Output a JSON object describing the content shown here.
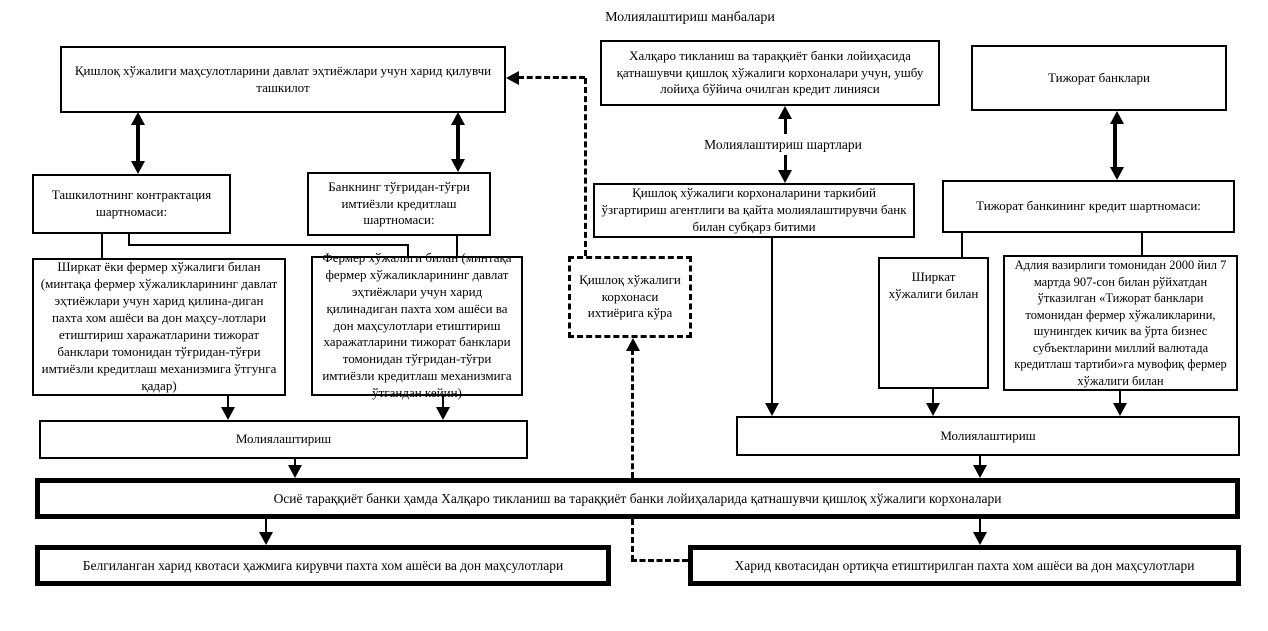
{
  "title": "Молиялаштириш манбалари",
  "financing_terms_label": "Молиялаштириш шартлари",
  "boxes": {
    "procuring_org": "Қишлоқ хўжалиги маҳсулотларини давлат эҳтиёжлари учун харид қилувчи ташкилот",
    "ibrd_credit_line": "Халқаро тикланиш ва тараққиёт банки лойиҳасида қатнашувчи қишлоқ хўжалиги корхоналари учун, ушбу лойиҳа бўйича очилган кредит линияси",
    "commercial_banks": "Тижорат банклари",
    "org_contract": "Ташкилотнинг контрактация шартномаси:",
    "bank_direct_credit_contract": "Банкнинг тўғридан-тўғри имтиёзли кредитлаш шартномаси:",
    "subloan_agreement": "Қишлоқ хўжалиги корхоналарини таркибий ўзгартириш агентлиги ва қайта молиялаштирувчи банк билан субқарз битими",
    "commercial_bank_credit_contract": "Тижорат банкининг кредит шартномаси:",
    "with_shirkat_or_farmer": "Ширкат ёки фермер хўжалиги билан (минтақа фермер хўжаликларининг давлат эҳтиёжлари учун харид қилина-диган пахта хом ашёси ва дон маҳсу-лотлари етиштириш харажатларини тижорат банклари томонидан тўғридан-тўғри имтиёзли кредитлаш механизмига ўтгунга қадар)",
    "with_farmer": "Фермер хўжалиги билан (минтақа фермер хўжаликларининг давлат эҳтиёжлари учун харид қилинадиган пахта хом ашёси ва дон маҳсулотлари етиштириш харажатларини тижорат банклари томонидан тўғридан-тўғри имтиёзли кредитлаш механизмига ўтгандан кейин)",
    "enterprise_discretion": "Қишлоқ хўжалиги корхонаси ихтиёрига кўра",
    "with_shirkat": "Ширкат хўжалиги билан",
    "justice_ministry_procedure": "Адлия вазирлиги томонидан 2000 йил 7 мартда 907-сон билан рўйхатдан ўтказилган «Тижорат банклари томонидан фермер хўжаликларини, шунингдек кичик ва ўрта бизнес субъектларини миллий валютада кредитлаш тартиби»га мувофиқ фермер хўжалиги билан",
    "financing_left": "Молиялаштириш",
    "financing_right": "Молиялаштириш",
    "adb_ibrd_participants": "Осиё тараққиёт банки ҳамда Халқаро тикланиш ва тараққиёт банки лойиҳаларида қатнашувчи қишлоқ хўжалиги корхоналари",
    "within_quota": "Белгиланган харид квотаси ҳажмига кирувчи пахта хом ашёси ва дон маҳсулотлари",
    "above_quota": "Харид квотасидан ортиқча етиштирилган пахта хом ашёси ва дон маҳсулотлари"
  },
  "colors": {
    "line": "#000000",
    "background": "#ffffff"
  }
}
